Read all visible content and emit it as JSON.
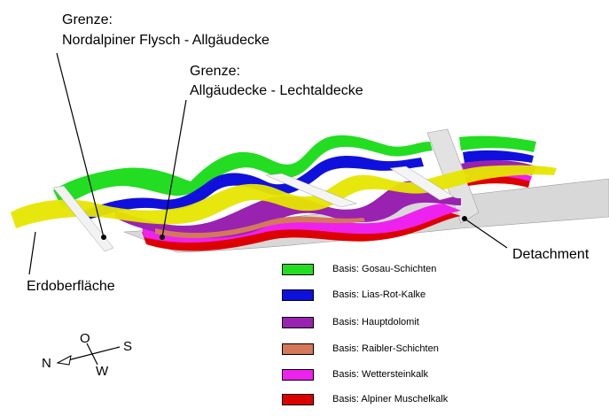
{
  "annotations": {
    "boundary_1_line1": "Grenze:",
    "boundary_1_line2": "Nordalpiner Flysch - Allgäudecke",
    "boundary_2_line1": "Grenze:",
    "boundary_2_line2": "Allgäudecke - Lechtaldecke",
    "detachment": "Detachment",
    "surface": "Erdoberfläche"
  },
  "legend": {
    "items": [
      {
        "label": "Basis: Gosau-Schichten",
        "color": "#22dd22"
      },
      {
        "label": "Basis: Lias-Rot-Kalke",
        "color": "#1010dd"
      },
      {
        "label": "Basis: Hauptdolomit",
        "color": "#9a22b0"
      },
      {
        "label": "Basis: Raibler-Schichten",
        "color": "#d4785a"
      },
      {
        "label": "Basis: Wettersteinkalk",
        "color": "#ee22ee"
      },
      {
        "label": "Basis: Alpiner Muschelkalk",
        "color": "#dd0000"
      }
    ]
  },
  "compass": {
    "north": "N",
    "south": "S",
    "west": "W",
    "east": "O"
  },
  "colors": {
    "surface_yellow": "#e6e600",
    "detachment_grey": "#d6d6d6"
  }
}
